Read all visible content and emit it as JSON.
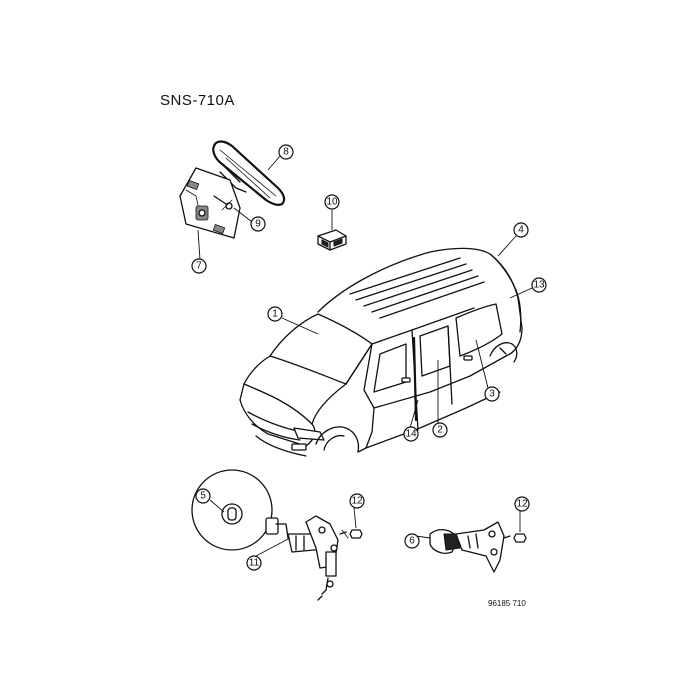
{
  "diagram": {
    "code": "SNS-710A",
    "figure_number": "96185 710"
  },
  "callouts": [
    {
      "id": "callout-1",
      "label": "1"
    },
    {
      "id": "callout-2",
      "label": "2"
    },
    {
      "id": "callout-3",
      "label": "3"
    },
    {
      "id": "callout-4",
      "label": "4"
    },
    {
      "id": "callout-5",
      "label": "5"
    },
    {
      "id": "callout-6",
      "label": "6"
    },
    {
      "id": "callout-7",
      "label": "7"
    },
    {
      "id": "callout-8",
      "label": "8"
    },
    {
      "id": "callout-9",
      "label": "9"
    },
    {
      "id": "callout-10",
      "label": "10"
    },
    {
      "id": "callout-11",
      "label": "11"
    },
    {
      "id": "callout-12a",
      "label": "12"
    },
    {
      "id": "callout-12b",
      "label": "12"
    },
    {
      "id": "callout-13",
      "label": "13"
    },
    {
      "id": "callout-14",
      "label": "14"
    }
  ]
}
